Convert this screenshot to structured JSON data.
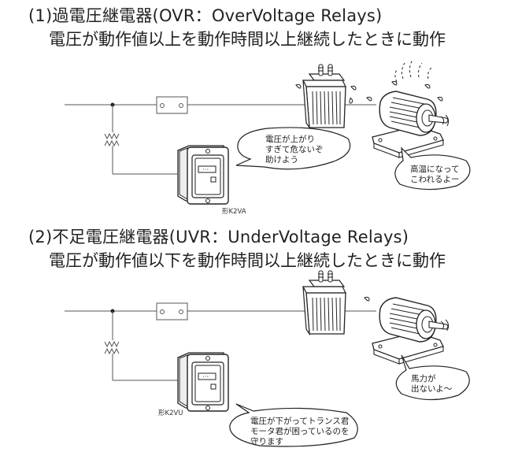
{
  "sections": [
    {
      "title": "(1)過電圧継電器(OVR：OverVoltage Relays)",
      "description": "電圧が動作値以上を動作時間以上継続したときに動作",
      "relay_model": "形K2VA",
      "relay_bubble": [
        "電圧が上がり",
        "すぎて危ないぞ",
        "助けよう"
      ],
      "motor_bubble": [
        "高温になって",
        "こわれるよー"
      ],
      "motor_state": "overheating"
    },
    {
      "title": "(2)不足電圧継電器(UVR：UnderVoltage Relays)",
      "description": "電圧が動作値以下を動作時間以上継続したときに動作",
      "relay_model": "形K2VU",
      "relay_bubble": [
        "電圧が下がってトランス君",
        "モータ君が困っているのを",
        "守ります"
      ],
      "motor_bubble": [
        "馬力が",
        "出ないよ〜"
      ],
      "motor_state": "weak"
    }
  ],
  "icons": {
    "transformer": "transformer-icon",
    "motor": "motor-icon",
    "relay": "relay-device-icon",
    "breaker": "circuit-breaker-icon",
    "pt": "potential-transformer-icon"
  }
}
